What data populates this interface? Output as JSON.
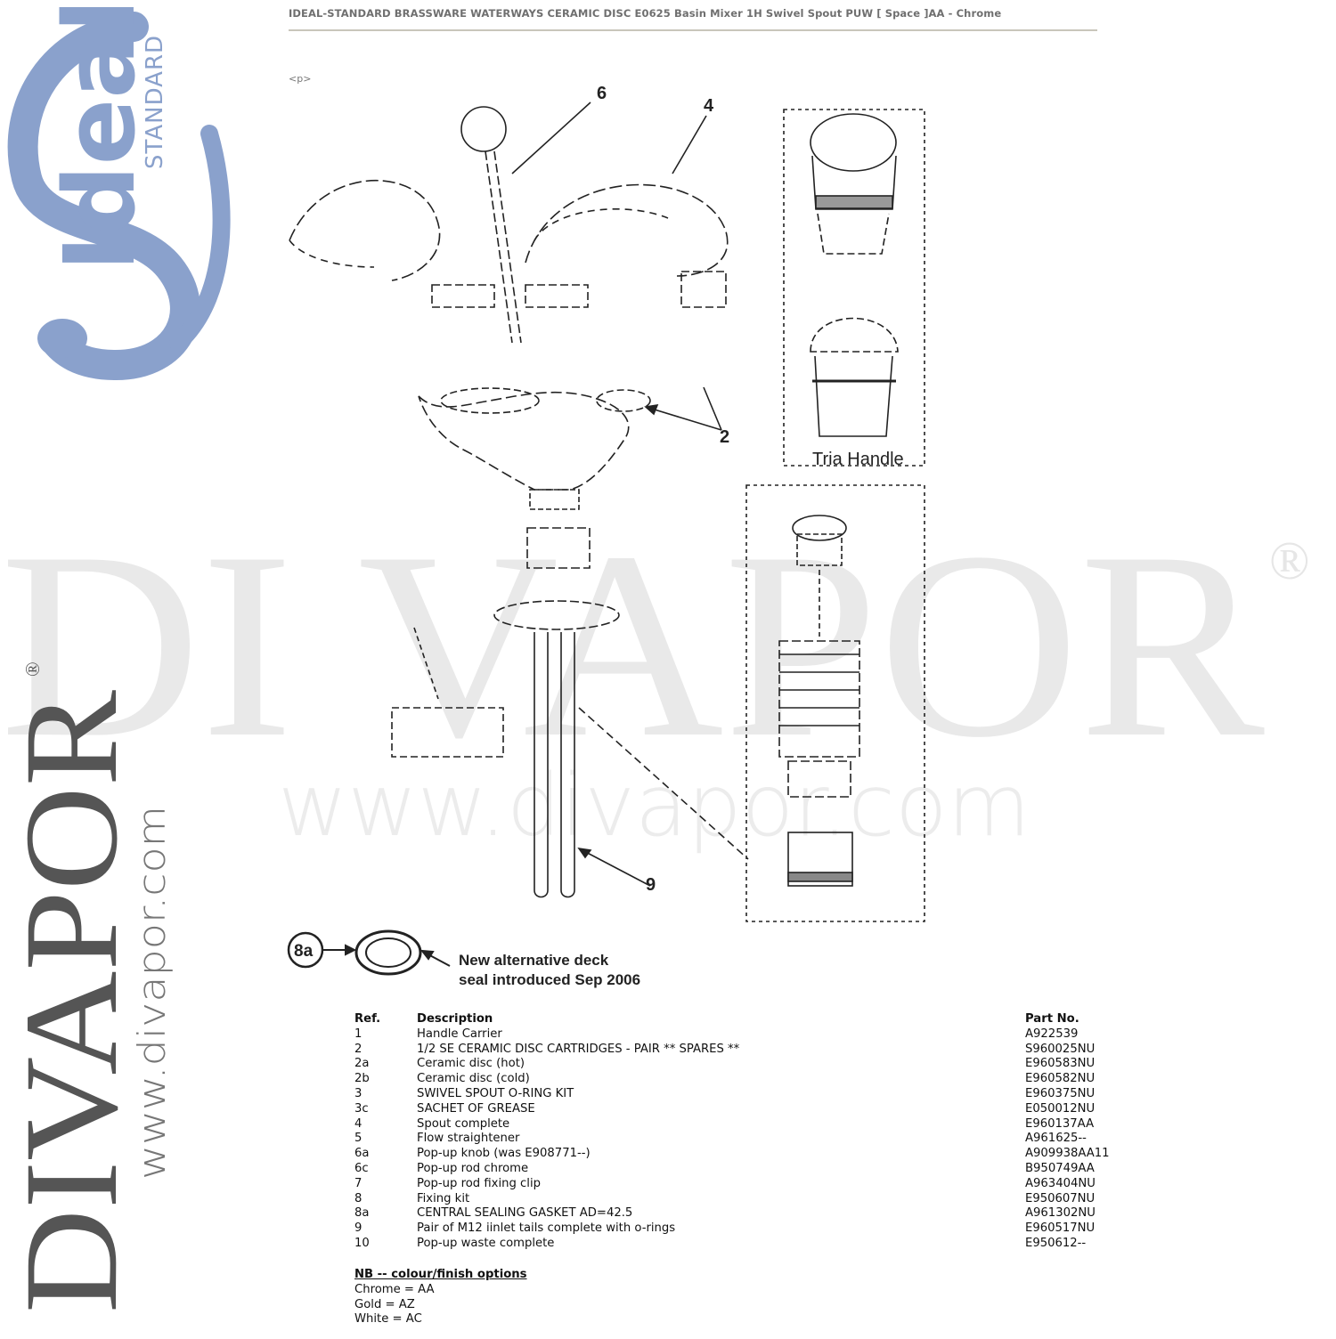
{
  "header": {
    "title": "IDEAL-STANDARD BRASSWARE WATERWAYS CERAMIC DISC E0625 Basin Mixer 1H Swivel Spout PUW [ Space ]AA - Chrome",
    "p_tag": "<p>"
  },
  "logo": {
    "word": "Ideal",
    "sub": "STANDARD"
  },
  "watermark": {
    "brand": "DI VAPOR",
    "registered": "®",
    "url": "www.divapor.com",
    "vertical_brand": "DIVAPOR",
    "vertical_url": "www.divapor.com"
  },
  "diagram": {
    "callouts": [
      "6",
      "4",
      "2",
      "9"
    ],
    "tria_handle_label": "Tria Handle",
    "seal_badge": "8a",
    "seal_note_line1": "New alternative deck",
    "seal_note_line2": "seal introduced Sep 2006"
  },
  "table": {
    "headers": {
      "ref": "Ref.",
      "description": "Description",
      "part_no": "Part No."
    },
    "rows": [
      {
        "ref": "1",
        "description": "Handle Carrier",
        "part_no": "A922539"
      },
      {
        "ref": "2",
        "description": "1/2 SE CERAMIC DISC CARTRIDGES - PAIR ** SPARES **",
        "part_no": "S960025NU"
      },
      {
        "ref": "2a",
        "description": "Ceramic disc (hot)",
        "part_no": "E960583NU"
      },
      {
        "ref": "2b",
        "description": "Ceramic disc (cold)",
        "part_no": "E960582NU"
      },
      {
        "ref": "3",
        "description": "SWIVEL SPOUT O-RING KIT",
        "part_no": "E960375NU"
      },
      {
        "ref": "3c",
        "description": "SACHET OF GREASE",
        "part_no": "E050012NU"
      },
      {
        "ref": "4",
        "description": "Spout complete",
        "part_no": "E960137AA"
      },
      {
        "ref": "5",
        "description": "Flow straightener",
        "part_no": "A961625--"
      },
      {
        "ref": "6a",
        "description": "Pop-up knob (was E908771--)",
        "part_no": "A909938AA11"
      },
      {
        "ref": "6c",
        "description": "Pop-up rod chrome",
        "part_no": "B950749AA"
      },
      {
        "ref": "7",
        "description": "Pop-up rod fixing clip",
        "part_no": "A963404NU"
      },
      {
        "ref": "8",
        "description": "Fixing kit",
        "part_no": "E950607NU"
      },
      {
        "ref": "8a",
        "description": "CENTRAL SEALING GASKET AD=42.5",
        "part_no": "A961302NU"
      },
      {
        "ref": "9",
        "description": "Pair of M12 iinlet tails complete with o-rings",
        "part_no": "E960517NU"
      },
      {
        "ref": "10",
        "description": "Pop-up waste complete",
        "part_no": "E950612--"
      }
    ]
  },
  "notes": {
    "title": "NB -- colour/finish options",
    "options": [
      "Chrome = AA",
      "Gold = AZ",
      "White = AC"
    ]
  },
  "colors": {
    "logo_blue": "#8aa1cc",
    "watermark_grey": "#e6e6e6",
    "vertical_brand": "#555555",
    "rule": "#c9c6bb",
    "header_text": "#6f6f6f"
  }
}
